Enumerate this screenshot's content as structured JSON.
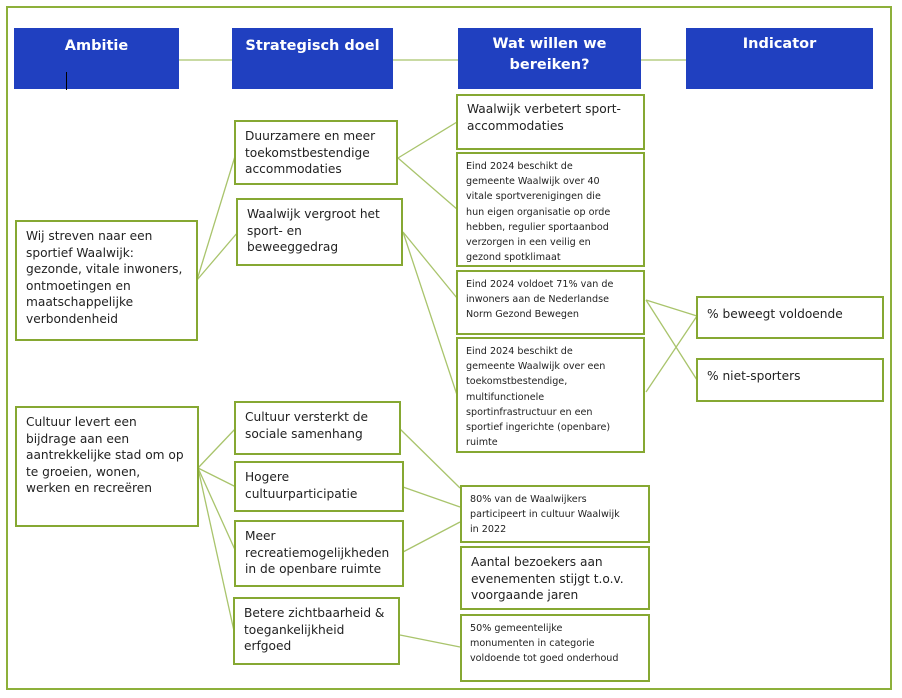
{
  "headers": {
    "ambitie": "Ambitie",
    "strategisch_doel": "Strategisch doel",
    "wat_willen_we_bereiken": "Wat willen we\nbereiken?",
    "indicator": "Indicator"
  },
  "ambities": [
    "Wij streven naar een\nsportief Waalwijk:\ngezonde, vitale inwoners,\nontmoetingen en\nmaatschappelijke\nverbondenheid",
    "Cultuur levert een\nbijdrage aan een\naantrekkelijke stad om op\nte groeien, wonen,\nwerken en recreëren"
  ],
  "doelen": [
    "Duurzamere en meer\ntoekomstbestendige\naccommodaties",
    "Waalwijk vergroot het\nsport- en\nbeweeggedrag",
    "Cultuur versterkt de\nsociale samenhang",
    "Hogere\ncultuurparticipatie",
    "Meer\nrecreatiemogelijkheden\nin de openbare ruimte",
    "Betere zichtbaarheid &\ntoegankelijkheid\nerfgoed"
  ],
  "resultaten": [
    "Waalwijk verbetert sport-\naccommodaties",
    "Eind 2024 beschikt de\ngemeente Waalwijk over 40\nvitale sportverenigingen die\nhun eigen organisatie op orde\nhebben, regulier sportaanbod\nverzorgen in een veilig en\ngezond spotklimaat",
    "Eind 2024 voldoet 71% van de\ninwoners aan de Nederlandse\nNorm Gezond Bewegen",
    "Eind 2024 beschikt de\ngemeente Waalwijk over een\ntoekomstbestendige,\nmultifunctionele\nsportinfrastructuur en een\nsportief ingerichte (openbare)\nruimte",
    "80% van de Waalwijkers\nparticipeert in cultuur Waalwijk\nin 2022",
    "Aantal bezoekers aan\nevenementen stijgt t.o.v.\nvoorgaande jaren",
    "50% gemeentelijke\nmonumenten in categorie\nvoldoende tot goed onderhoud"
  ],
  "indicatoren": [
    "% beweegt voldoende",
    "% niet-sporters"
  ],
  "colors": {
    "header_fill": "#2040c0",
    "header_text": "#ffffff",
    "box_border": "#86a832",
    "connector": "#a9c46c",
    "frame": "#8db03a"
  }
}
